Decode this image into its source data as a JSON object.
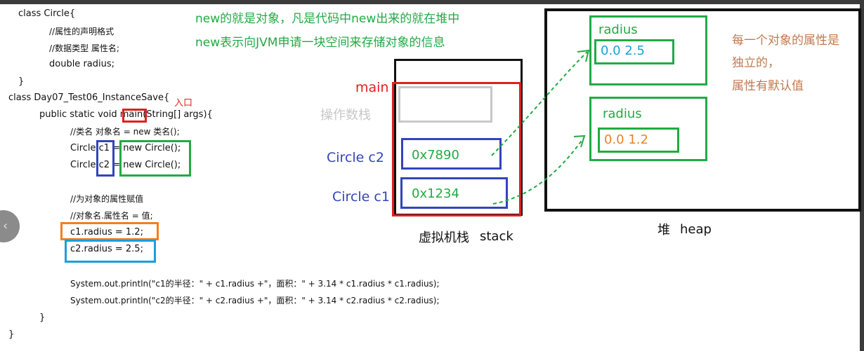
{
  "code_lines": [
    "class Circle{",
    "//属性的声明格式",
    "//数据类型 属性名;",
    "double radius;",
    "}",
    "class Day07_Test06_InstanceSave{",
    "public static void main(String[] args){",
    "//类名 对象名 = new 类名();",
    "Circle c1 = new Circle();",
    "Circle c2 = new Circle();",
    "//为对象的属性赋值",
    "//对象名.属性名 = 值;",
    "c1.radius = 1.2;",
    "c2.radius = 2.5;",
    "System.out.println(\"c1的半径：\" + c1.radius +\"，面积：\" + 3.14 * c1.radius * c1.radius);",
    "System.out.println(\"c2的半径：\" + c2.radius +\"，面积：\" + 3.14 * c2.radius * c2.radius);",
    "}",
    "}"
  ],
  "annotations": {
    "entry_label": "入口",
    "note_line1": "new的就是对象，凡是代码中new出来的就在堆中",
    "note_line2": "new表示向JVM申请一块空间来存储对象的信息"
  },
  "stack": {
    "frame_label": "main",
    "operand_stack_label": "操作数栈",
    "c2_label": "Circle c2",
    "c2_address": "0x7890",
    "c1_label": "Circle c1",
    "c1_address": "0x1234",
    "caption_cn": "虚拟机栈",
    "caption_en": "stack"
  },
  "heap": {
    "obj1_field": "radius",
    "obj1_value": "0.0 2.5",
    "obj2_field": "radius",
    "obj2_value": "0.0 1.2",
    "caption_cn": "堆",
    "caption_en": "heap",
    "note_lines": [
      "每一个对象的属性是",
      "独立的，",
      "属性有默认值"
    ]
  },
  "colors": {
    "red": "#e02020",
    "green": "#22aa44",
    "blue": "#3344bb",
    "orange": "#f08020",
    "cyan": "#1aa0d8",
    "gray": "#c8c8c8",
    "brown_note": "#c07a50"
  }
}
